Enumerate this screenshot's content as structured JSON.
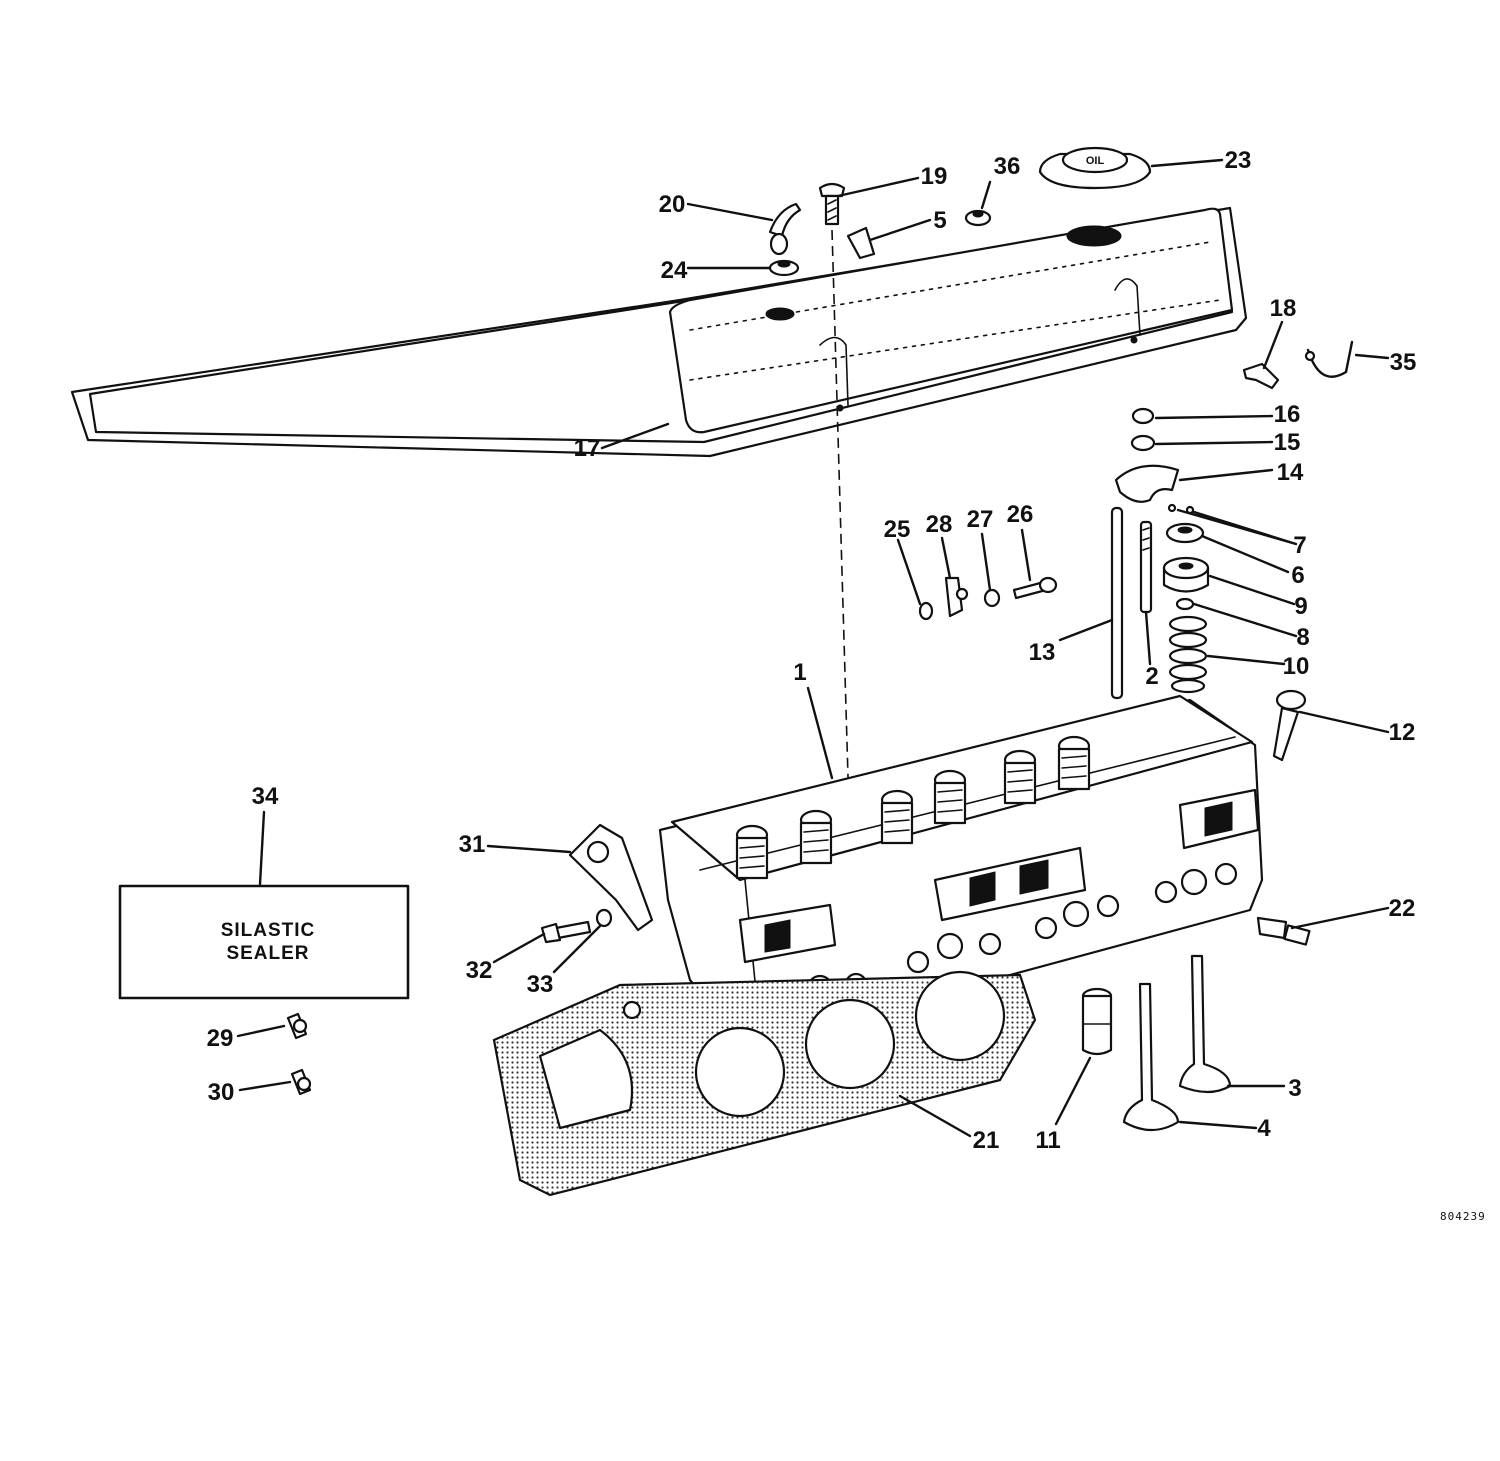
{
  "figure_id": "804239",
  "sealer_box": {
    "line1": "SILASTIC",
    "line2": "SEALER"
  },
  "cap_label": "OIL",
  "callouts": {
    "c1": "1",
    "c2": "2",
    "c3": "3",
    "c4": "4",
    "c5": "5",
    "c6": "6",
    "c7": "7",
    "c8": "8",
    "c9": "9",
    "c10": "10",
    "c11": "11",
    "c12": "12",
    "c13": "13",
    "c14": "14",
    "c15": "15",
    "c16": "16",
    "c17": "17",
    "c18": "18",
    "c19": "19",
    "c20": "20",
    "c21": "21",
    "c22": "22",
    "c23": "23",
    "c24": "24",
    "c25": "25",
    "c26": "26",
    "c27": "27",
    "c28": "28",
    "c29": "29",
    "c30": "30",
    "c31": "31",
    "c32": "32",
    "c33": "33",
    "c34": "34",
    "c35": "35",
    "c36": "36"
  }
}
